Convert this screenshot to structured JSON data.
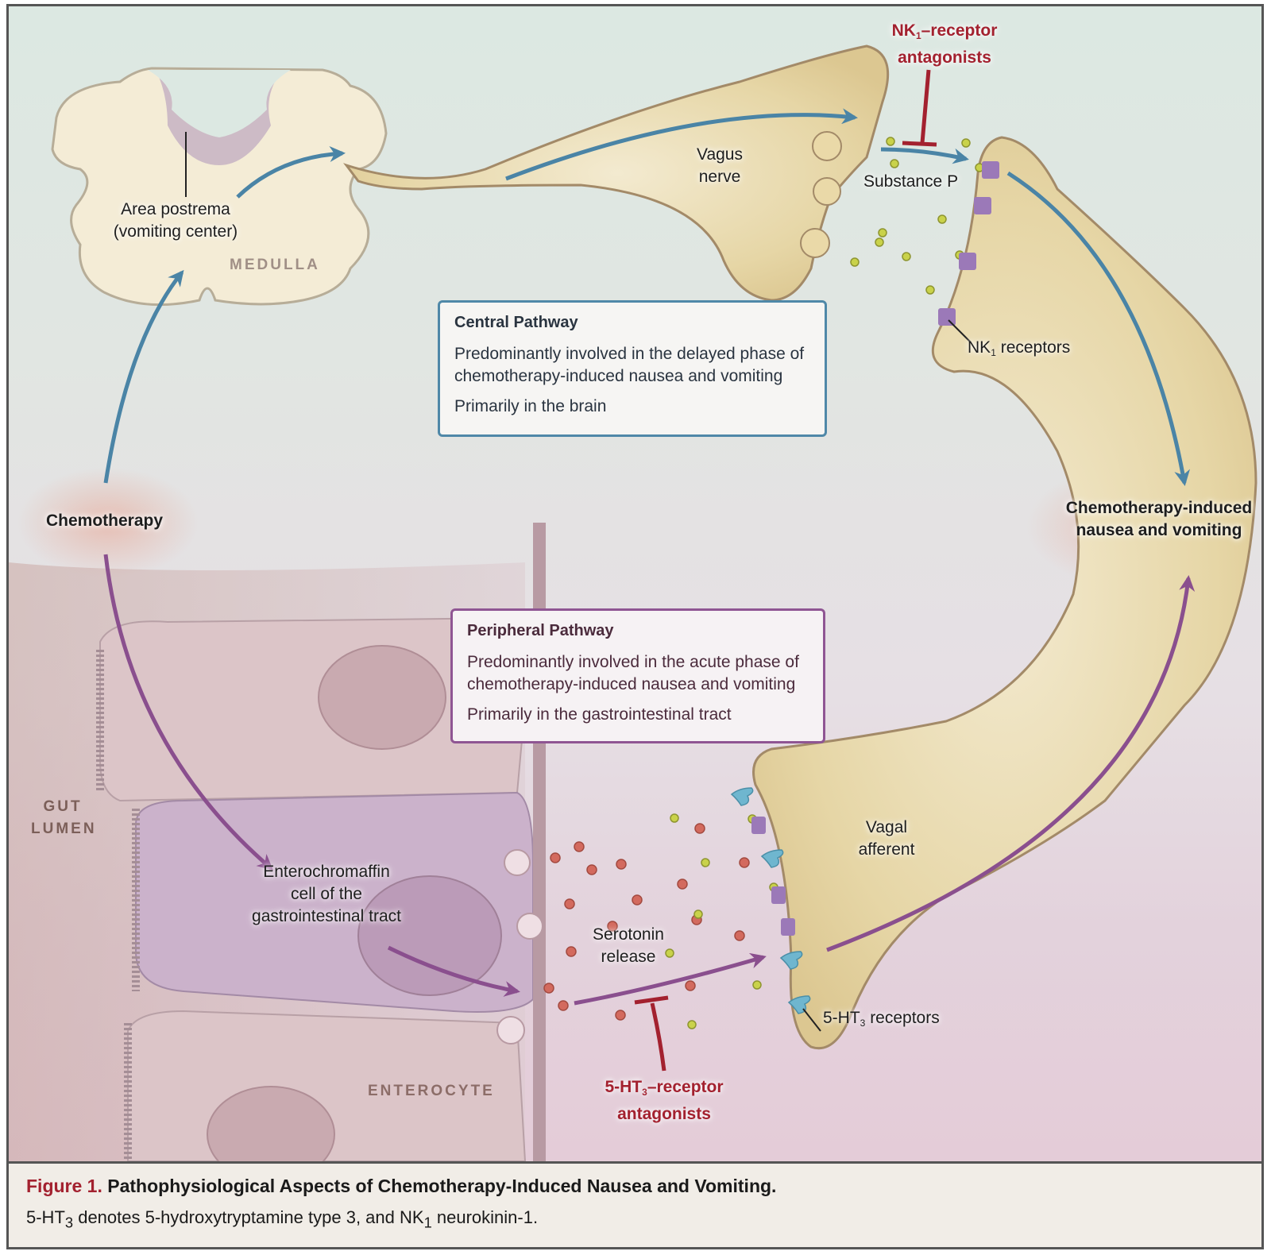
{
  "figure": {
    "number_label": "Figure 1.",
    "title": "Pathophysiological Aspects of Chemotherapy-Induced Nausea and Vomiting.",
    "legend_parts": {
      "a": "5-HT",
      "a_sub": "3",
      "b": " denotes 5-hydroxytryptamine type 3, and NK",
      "b_sub": "1",
      "c": " neurokinin-1."
    }
  },
  "labels": {
    "area_postrema_line1": "Area postrema",
    "area_postrema_line2": "(vomiting center)",
    "medulla": "MEDULLA",
    "vagus_nerve_line1": "Vagus",
    "vagus_nerve_line2": "nerve",
    "substance_p": "Substance P",
    "nk1_antagonists_pre": "NK",
    "nk1_antagonists_sub": "1",
    "nk1_antagonists_post": "–receptor",
    "nk1_antagonists_line2": "antagonists",
    "nk1_receptors_pre": "NK",
    "nk1_receptors_sub": "1",
    "nk1_receptors_post": " receptors",
    "chemotherapy": "Chemotherapy",
    "cinv_line1": "Chemotherapy-induced",
    "cinv_line2": "nausea and vomiting",
    "gut_lumen_line1": "GUT",
    "gut_lumen_line2": "LUMEN",
    "enterochromaffin_line1": "Enterochromaffin",
    "enterochromaffin_line2": "cell of the",
    "enterochromaffin_line3": "gastrointestinal tract",
    "serotonin_line1": "Serotonin",
    "serotonin_line2": "release",
    "vagal_afferent_line1": "Vagal",
    "vagal_afferent_line2": "afferent",
    "ht3_receptors_pre": "5-HT",
    "ht3_receptors_sub": "3",
    "ht3_receptors_post": " receptors",
    "ht3_antagonists_pre": "5-HT",
    "ht3_antagonists_sub": "3",
    "ht3_antagonists_post": "–receptor",
    "ht3_antagonists_line2": "antagonists",
    "enterocyte": "ENTEROCYTE"
  },
  "central_pathway": {
    "title": "Central Pathway",
    "line1": "Predominantly involved in the delayed phase of chemotherapy-induced nausea and vomiting",
    "line2": "Primarily in the brain"
  },
  "peripheral_pathway": {
    "title": "Peripheral Pathway",
    "line1": "Predominantly involved in the acute phase of chemotherapy-induced nausea and vomiting",
    "line2": "Primarily in the gastrointestinal tract"
  },
  "colors": {
    "central_arrow": "#4a84a6",
    "peripheral_arrow": "#8a4f8e",
    "antagonist": "#a3212f",
    "nerve_fill": "#efe3bf",
    "substance_p_dot": "#c9d24a",
    "serotonin_dot": "#d36a5e",
    "nk1_receptor": "#9b79b8",
    "ht3_receptor": "#6fb6cf"
  }
}
